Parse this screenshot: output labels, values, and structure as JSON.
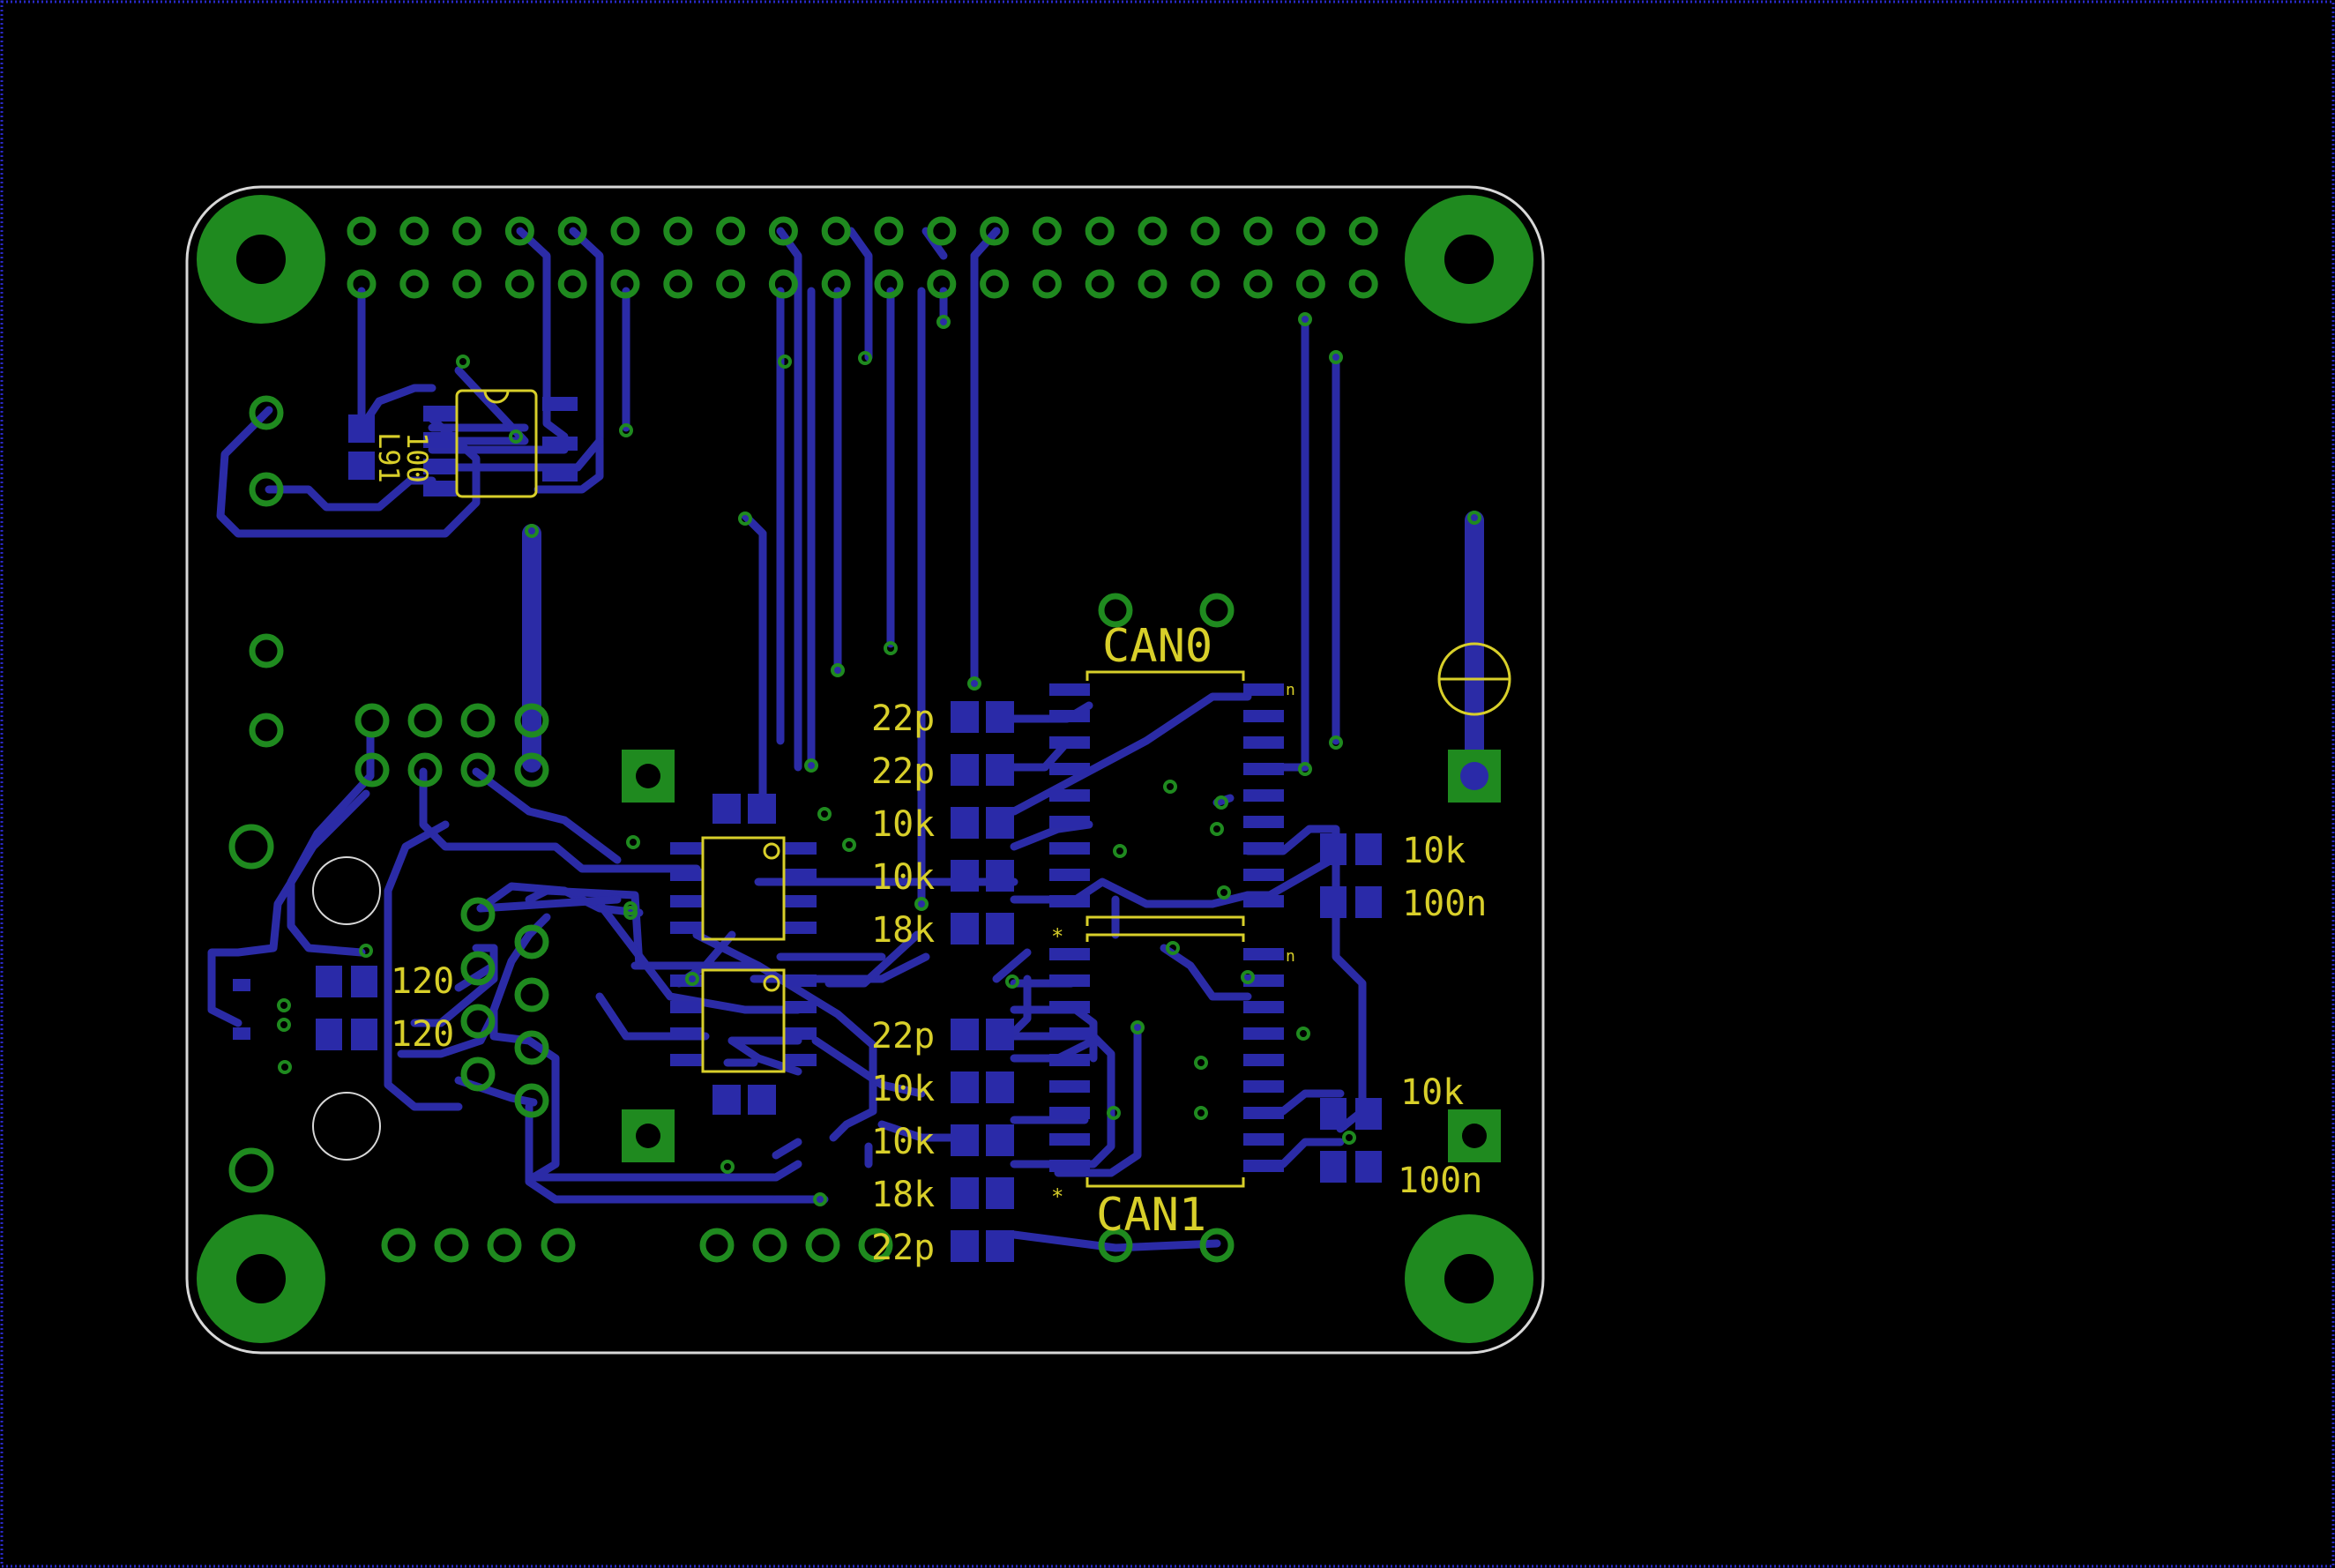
{
  "board": {
    "colors": {
      "background": "#000000",
      "frame": "#2a2ac8",
      "outline": "#d8d8d8",
      "trace": "#2b2ba6",
      "pad": "#2a2aa8",
      "via": "#1f8a1f",
      "silkscreen": "#d8cf2a"
    },
    "labels": {
      "can0": "CAN0",
      "can1": "CAN1",
      "regulator": "L91",
      "regulator_sub": "100",
      "asterisk_top": "*",
      "asterisk_bottom": "*",
      "pin1_top": "n",
      "pin1_bottom": "n"
    },
    "component_values": {
      "c_22p_1": "22p",
      "c_22p_2": "22p",
      "r_10k_1": "10k",
      "r_10k_2": "10k",
      "r_18k_1": "18k",
      "c_22p_3": "22p",
      "r_10k_3": "10k",
      "r_10k_4": "10k",
      "r_18k_2": "18k",
      "c_22p_4": "22p",
      "r_120_1": "120",
      "r_120_2": "120",
      "r_10k_right_top": "10k",
      "c_100n_right_top": "100n",
      "r_10k_right_bottom": "10k",
      "c_100n_right_bottom": "100n"
    }
  }
}
